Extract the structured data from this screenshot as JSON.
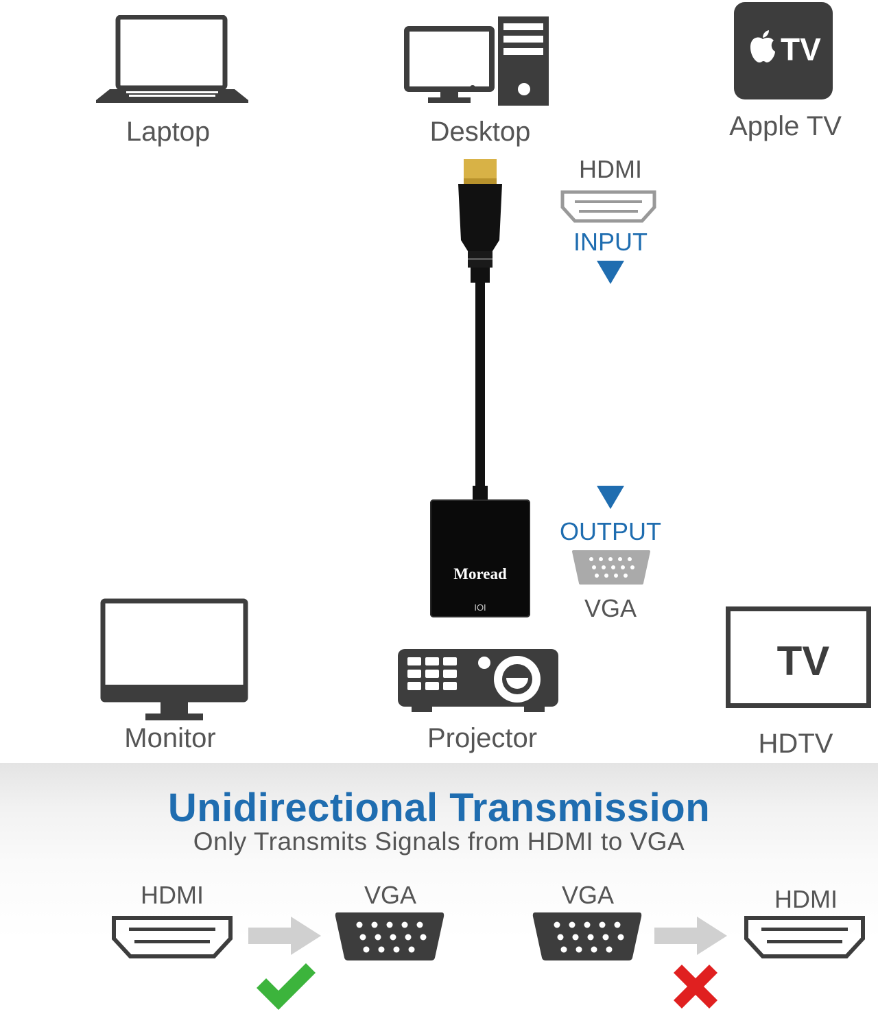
{
  "devices": {
    "laptop": "Laptop",
    "desktop": "Desktop",
    "apple_tv": "Apple TV",
    "apple_tv_logo_text": "TV",
    "monitor": "Monitor",
    "projector": "Projector",
    "hdtv": "HDTV",
    "hdtv_screen_text": "TV"
  },
  "adapter": {
    "input_port": "HDMI",
    "input_label": "INPUT",
    "output_label": "OUTPUT",
    "output_port": "VGA",
    "brand": "Moread",
    "port_mark": "IOI"
  },
  "transmission": {
    "title": "Unidirectional Transmission",
    "subtitle": "Only Transmits Signals from HDMI to VGA",
    "valid": {
      "from": "HDMI",
      "to": "VGA"
    },
    "invalid": {
      "from": "VGA",
      "to": "HDMI"
    }
  },
  "colors": {
    "accent_blue": "#1f6db0",
    "check_green": "#3cb43c",
    "cross_red": "#e02020",
    "icon_dark": "#3d3d3d"
  }
}
